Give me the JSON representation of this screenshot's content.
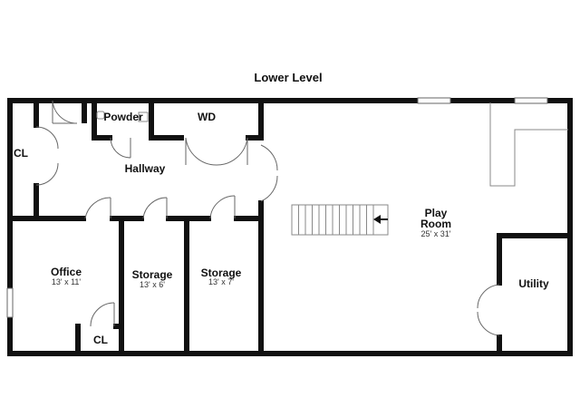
{
  "plan": {
    "title": "Lower Level",
    "rooms": {
      "powder": {
        "name": "Powder"
      },
      "wd": {
        "name": "WD"
      },
      "cl_hall": {
        "name": "CL"
      },
      "hallway": {
        "name": "Hallway"
      },
      "play_room": {
        "name_line1": "Play",
        "name_line2": "Room",
        "size": "25' x 31'"
      },
      "office": {
        "name": "Office",
        "size": "13' x 11'"
      },
      "storage1": {
        "name": "Storage",
        "size": "13' x 6'"
      },
      "storage2": {
        "name": "Storage",
        "size": "13' x 7'"
      },
      "cl_office": {
        "name": "CL"
      },
      "utility": {
        "name": "Utility"
      }
    }
  }
}
